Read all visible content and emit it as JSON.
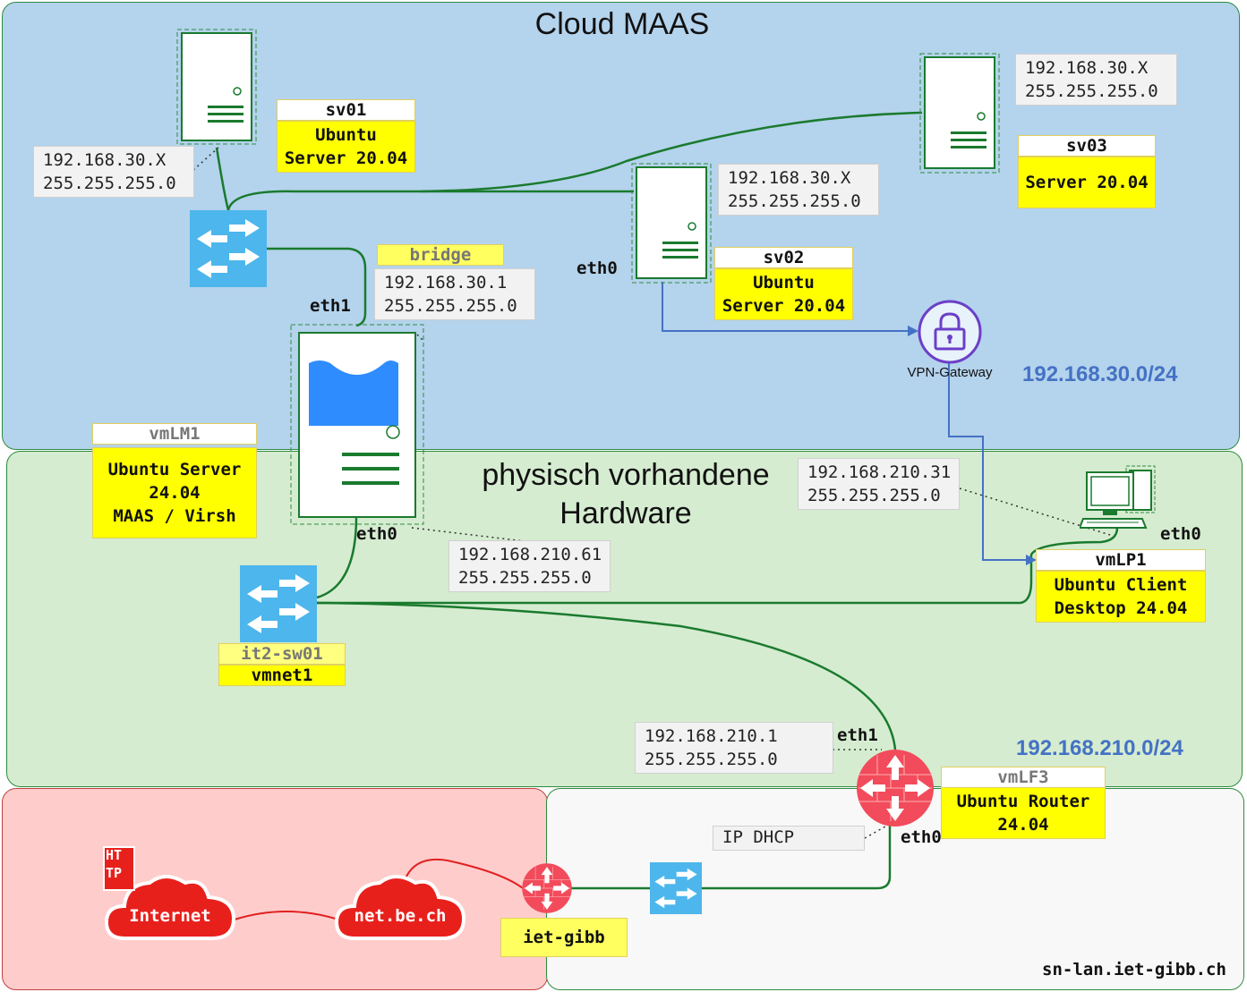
{
  "zones": {
    "cloud": {
      "title": "Cloud MAAS",
      "network": "192.168.30.0/24"
    },
    "physical": {
      "title_line1": "physisch vorhandene",
      "title_line2": "Hardware",
      "network": "192.168.210.0/24"
    },
    "lan": {
      "domain": "sn-lan.iet-gibb.ch"
    }
  },
  "sv01": {
    "name": "sv01",
    "os": "Ubuntu\nServer 20.04",
    "ip": "192.168.30.X\n255.255.255.0"
  },
  "sv02": {
    "name": "sv02",
    "os": "Ubuntu\nServer 20.04",
    "ip": "192.168.30.X\n255.255.255.0",
    "iface": "eth0"
  },
  "sv03": {
    "name": "sv03",
    "os": "Server 20.04",
    "ip": "192.168.30.X\n255.255.255.0"
  },
  "bridge": {
    "name": "bridge",
    "ip": "192.168.30.1\n255.255.255.0",
    "iface": "eth1"
  },
  "vmLM1": {
    "name": "vmLM1",
    "os": "Ubuntu Server\n24.04\nMAAS / Virsh",
    "iface": "eth0",
    "ip": "192.168.210.61\n255.255.255.0"
  },
  "vpn": {
    "label": "VPN-Gateway"
  },
  "vmLP1": {
    "name": "vmLP1",
    "os": "Ubuntu Client\nDesktop 24.04",
    "iface": "eth0",
    "ip": "192.168.210.31\n255.255.255.0"
  },
  "switch": {
    "name": "it2-sw01",
    "sub": "vmnet1"
  },
  "vmLF3": {
    "name": "vmLF3",
    "os": "Ubuntu Router\n24.04",
    "iface_in": "eth1",
    "iface_out": "eth0",
    "ip": "192.168.210.1\n255.255.255.0",
    "dhcp": "IP DHCP"
  },
  "internet": {
    "label": "Internet",
    "http_badge": "HT\nTP"
  },
  "netbe": {
    "label": "net.be.ch"
  },
  "ietgibb": {
    "label": "iet-gibb"
  },
  "colors": {
    "cloud": "#b4d3ec",
    "physical": "#d5ecd0",
    "internet": "#ffcccc",
    "lan": "#f8f8f8",
    "link": "#1a7a2e",
    "vpnlink": "#4472c4",
    "wanlink": "#e02020",
    "router": "#f24b5b",
    "switch": "#4db6ec",
    "yellow": "#ffff00",
    "net": "#4472c4"
  }
}
